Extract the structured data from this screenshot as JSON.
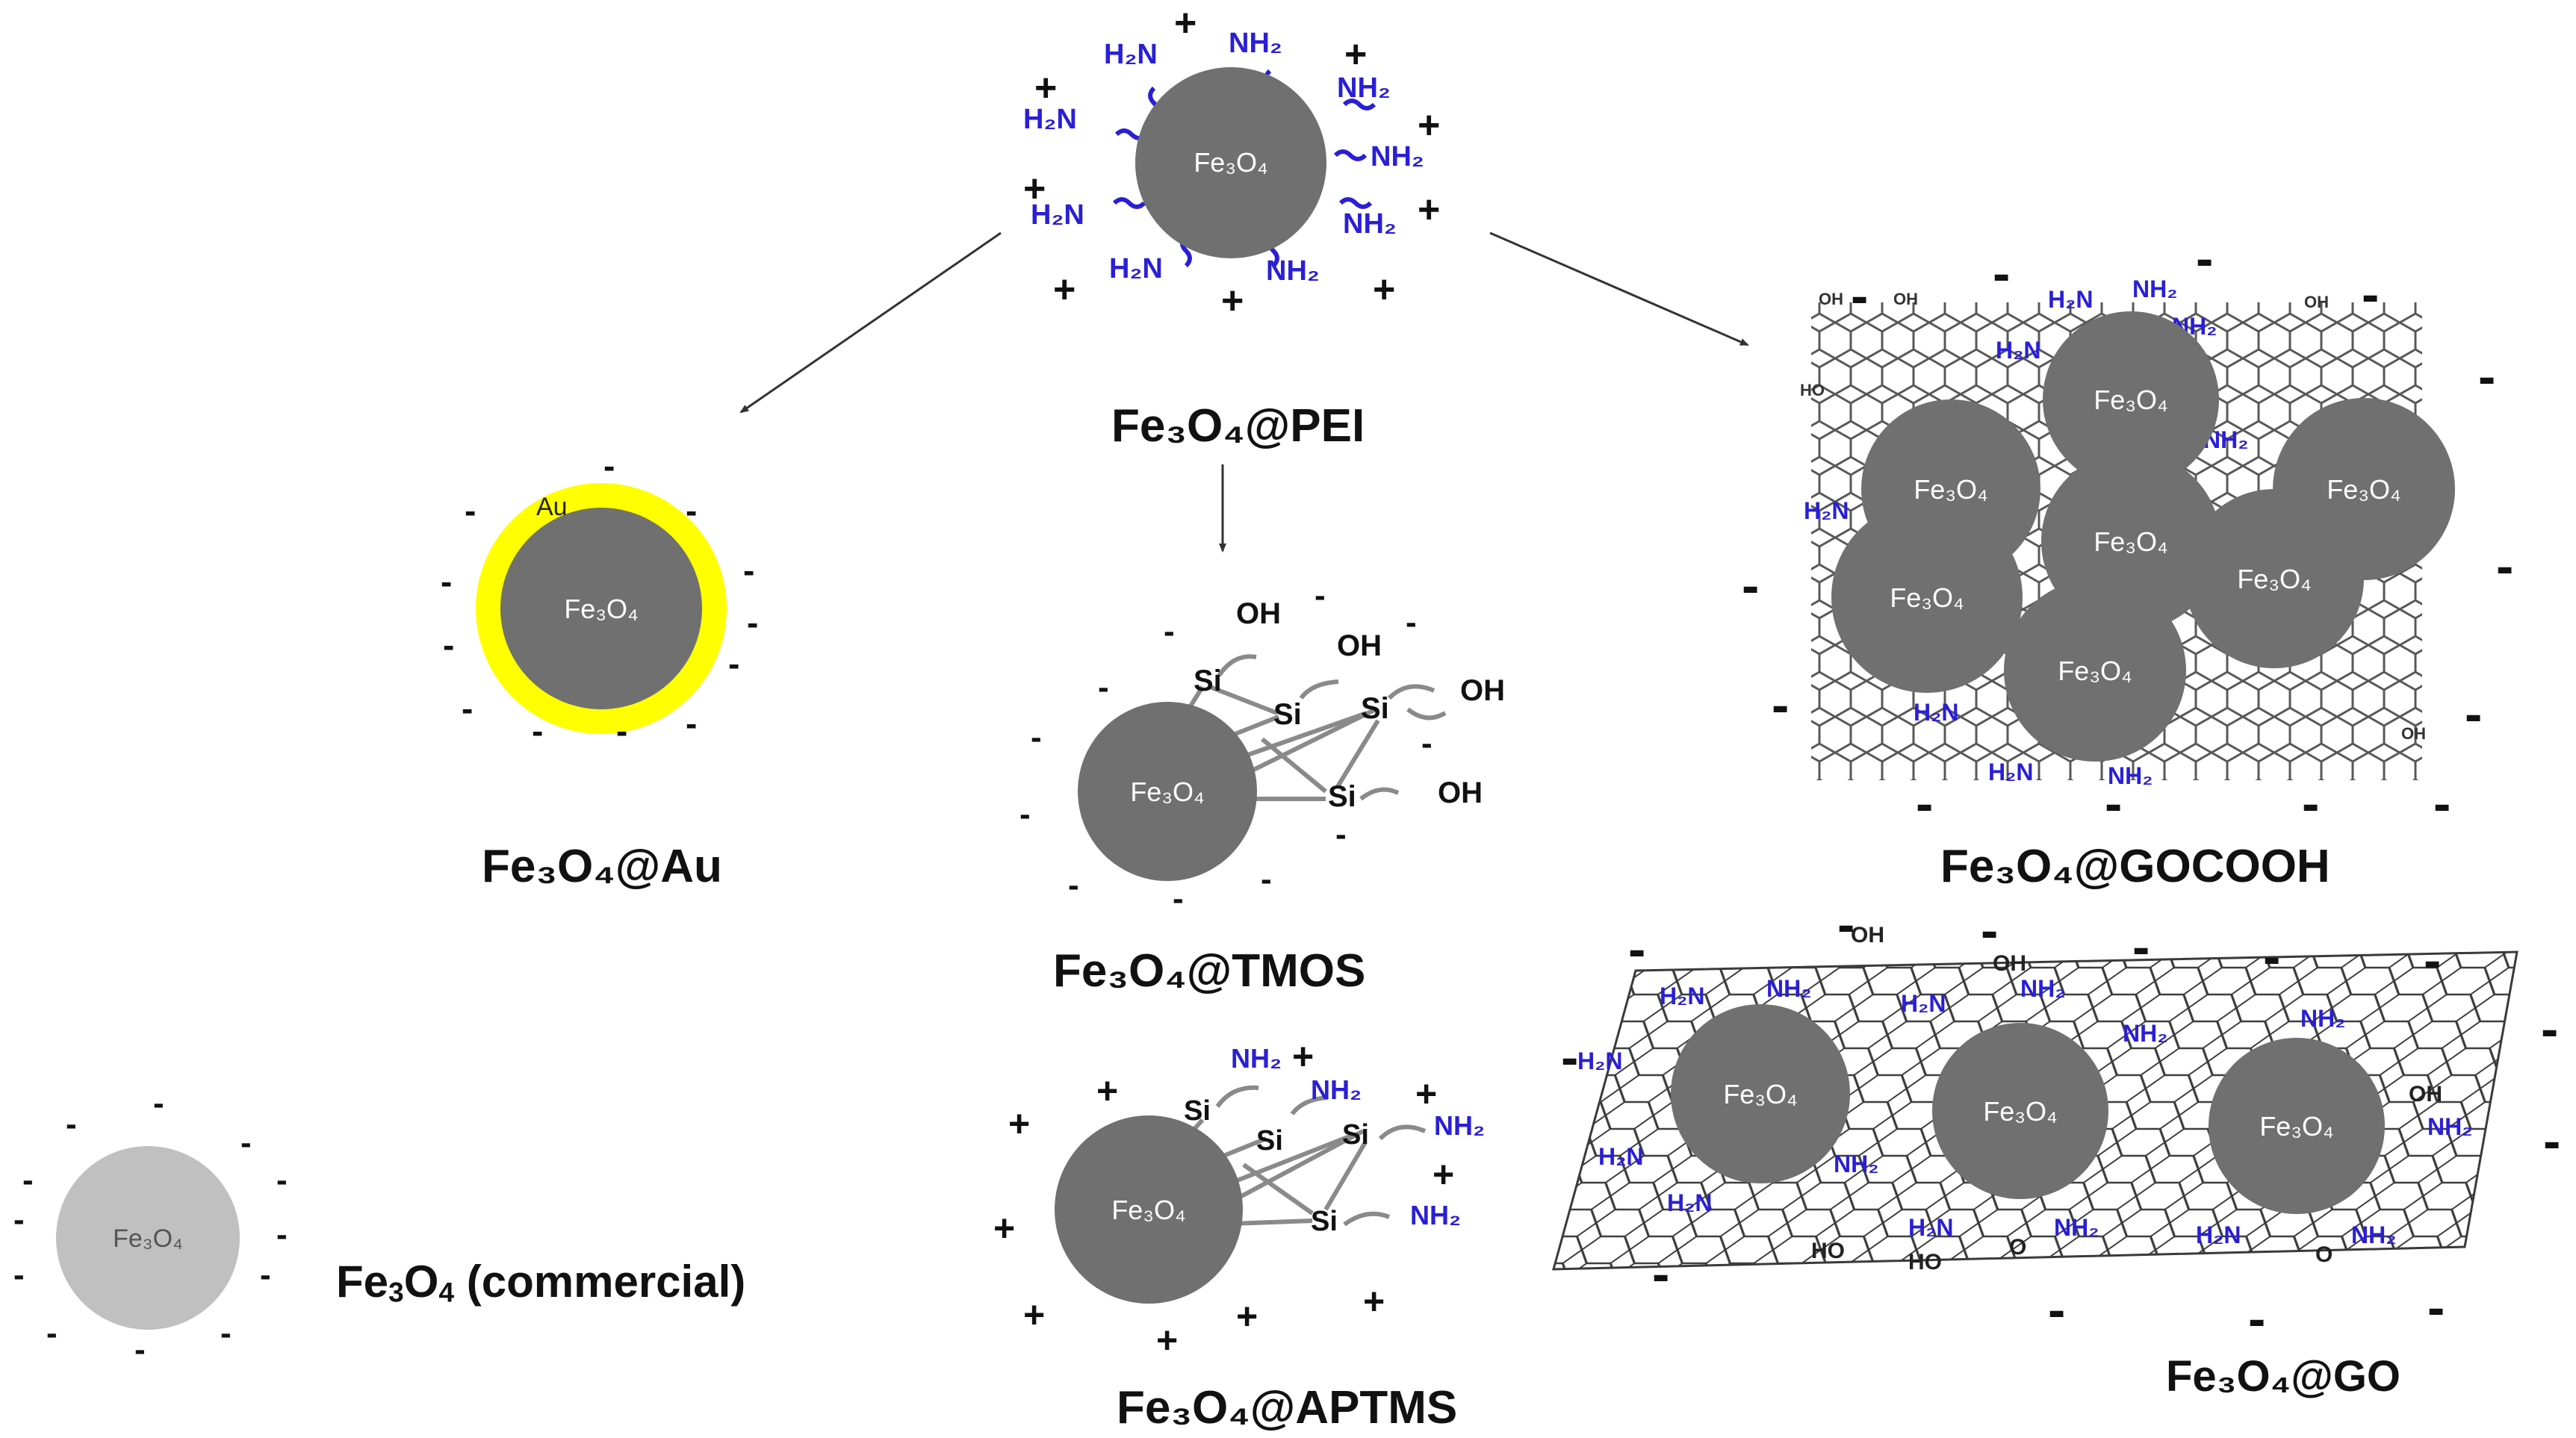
{
  "core_label": "Fe₃O₄",
  "core_label_commercial": "Fe₃O₄",
  "gold_label": "Au",
  "nh2": "NH₂",
  "h2n": "H₂N",
  "oh": "OH",
  "ho": "HO",
  "si": "Si",
  "o": "O",
  "plus": "+",
  "minus": "-",
  "labels": {
    "pei": "Fe₃O₄@PEI",
    "au": "Fe₃O₄@Au",
    "tmos": "Fe₃O₄@TMOS",
    "aptms": "Fe₃O₄@APTMS",
    "gocooh": "Fe₃O₄@GOCOOH",
    "go": "Fe₃O₄@GO",
    "commercial_formula": "Fe",
    "commercial_sub3": "3",
    "commercial_o": "O",
    "commercial_sub4": "4",
    "commercial_suffix": " (commercial)"
  },
  "colors": {
    "core": "#707070",
    "core_commercial": "#c0c0c0",
    "gold_shell": "#ffff00",
    "amine": "#2a1fd6",
    "text": "#111111",
    "lattice": "#444444"
  }
}
